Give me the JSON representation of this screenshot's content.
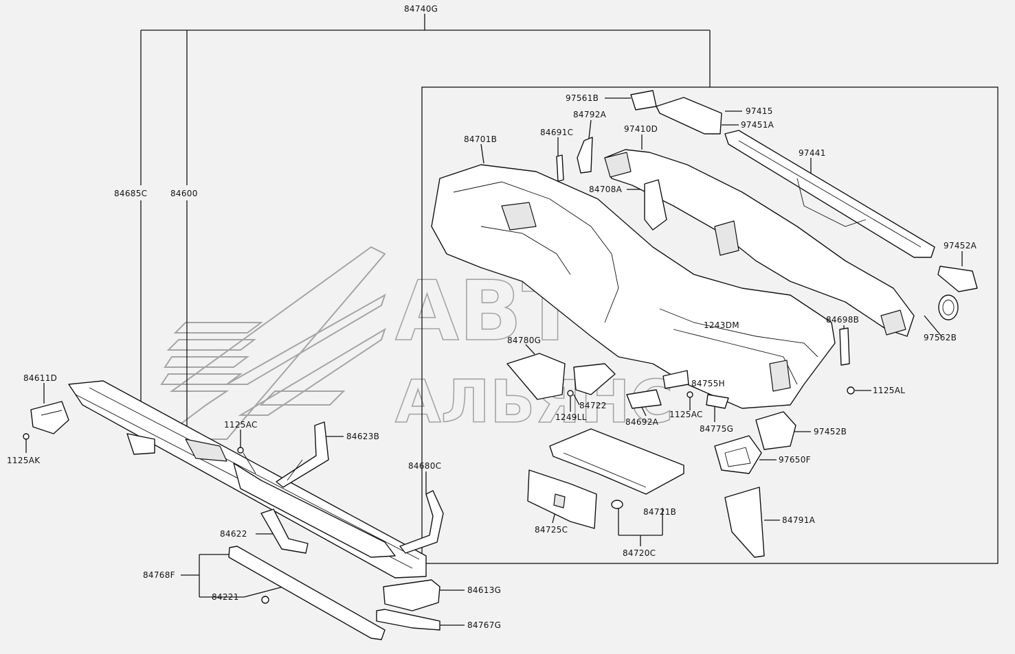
{
  "watermark": {
    "line1": "АВТО",
    "line2": "АЛЬЯНС"
  },
  "labels": {
    "p84740G": "84740G",
    "p84685C": "84685C",
    "p84600": "84600",
    "p84611D": "84611D",
    "p1125AK": "1125AK",
    "p1125AC_left": "1125AC",
    "p84623B": "84623B",
    "p84680C": "84680C",
    "p84622": "84622",
    "p84768F": "84768F",
    "p84221": "84221",
    "p84613G": "84613G",
    "p84767G": "84767G",
    "p97561B": "97561B",
    "p97415": "97415",
    "p97451A": "97451A",
    "p84792A": "84792A",
    "p84691C": "84691C",
    "p97410D": "97410D",
    "p84701B": "84701B",
    "p84708A": "84708A",
    "p97441": "97441",
    "p97452A": "97452A",
    "p97562B": "97562B",
    "p1243DM": "1243DM",
    "p84698B": "84698B",
    "p84780G": "84780G",
    "p84755H": "84755H",
    "p1125AL": "1125AL",
    "p84722": "84722",
    "p1249LL": "1249LL",
    "p84692A": "84692A",
    "p1125AC_right": "1125AC",
    "p84775G": "84775G",
    "p97452B": "97452B",
    "p97650F": "97650F",
    "p84721B": "84721B",
    "p84725C": "84725C",
    "p84720C": "84720C",
    "p84791A": "84791A"
  }
}
